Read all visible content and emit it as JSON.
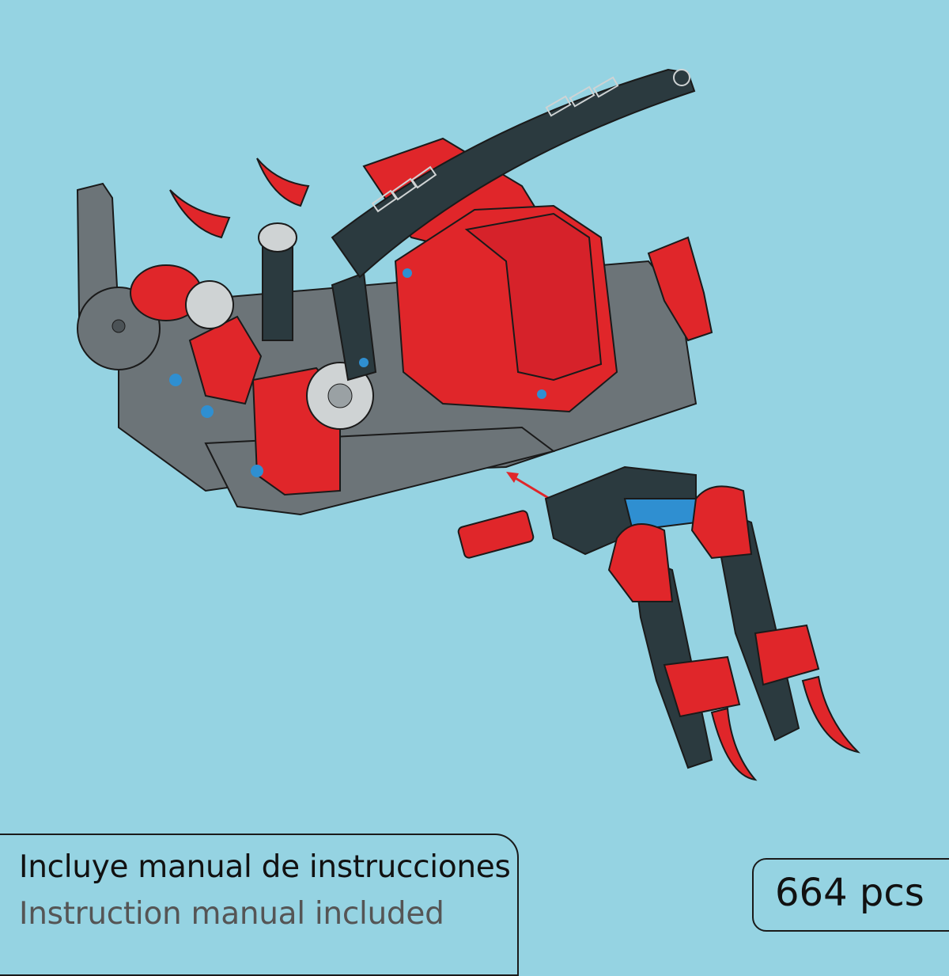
{
  "illustration": {
    "subject": "technic-claw-creature-assembly-step",
    "background_color": "#95d3e2",
    "colors": {
      "red": "#e0262a",
      "dark_gray": "#2b3a3f",
      "medium_gray": "#6c7478",
      "light_gray": "#d7dadb",
      "blue": "#2f8fd1"
    }
  },
  "labels": {
    "manual_es": "Incluye manual de instrucciones",
    "manual_en": "Instruction manual included",
    "piece_count": "664 pcs"
  }
}
